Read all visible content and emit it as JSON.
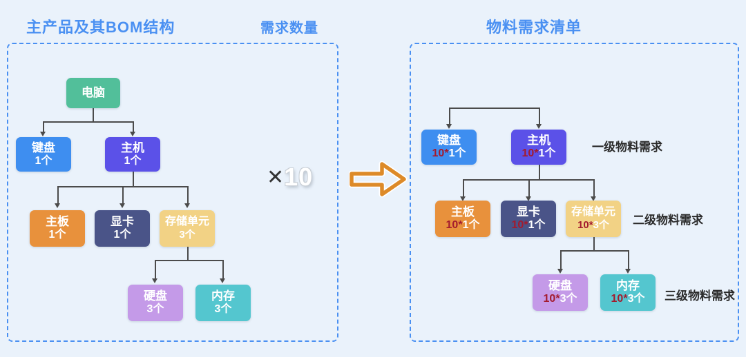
{
  "titles": {
    "bom": "主产品及其BOM结构",
    "quantity": "需求数量",
    "mrp": "物料需求清单"
  },
  "multiplier": {
    "symbol": "✕",
    "value": "10"
  },
  "arrow_icon": "right-arrow-icon",
  "left_tree": {
    "nodes": [
      {
        "id": "computer",
        "name": "电脑",
        "qty": "",
        "color": "#52bf9a"
      },
      {
        "id": "keyboard",
        "name": "键盘",
        "qty": "1个",
        "color": "#3e8ef0"
      },
      {
        "id": "host",
        "name": "主机",
        "qty": "1个",
        "color": "#5b51e8"
      },
      {
        "id": "mainboard",
        "name": "主板",
        "qty": "1个",
        "color": "#e8913c"
      },
      {
        "id": "gpu",
        "name": "显卡",
        "qty": "1个",
        "color": "#4a5488"
      },
      {
        "id": "storage",
        "name": "存储单元",
        "qty": "3个",
        "color": "#f2d285"
      },
      {
        "id": "harddisk",
        "name": "硬盘",
        "qty": "3个",
        "color": "#c49ae8"
      },
      {
        "id": "memory",
        "name": "内存",
        "qty": "3个",
        "color": "#54c6cf"
      }
    ]
  },
  "right_tree": {
    "nodes": [
      {
        "id": "keyboard",
        "name": "键盘",
        "mult": "10*",
        "qty": "1个",
        "color": "#3e8ef0"
      },
      {
        "id": "host",
        "name": "主机",
        "mult": "10*",
        "qty": "1个",
        "color": "#5b51e8"
      },
      {
        "id": "mainboard",
        "name": "主板",
        "mult": "10*",
        "qty": "1个",
        "color": "#e8913c"
      },
      {
        "id": "gpu",
        "name": "显卡",
        "mult": "10*",
        "qty": "1个",
        "color": "#4a5488"
      },
      {
        "id": "storage",
        "name": "存储单元",
        "mult": "10*",
        "qty": "3个",
        "color": "#f2d285"
      },
      {
        "id": "harddisk",
        "name": "硬盘",
        "mult": "10*",
        "qty": "3个",
        "color": "#c49ae8"
      },
      {
        "id": "memory",
        "name": "内存",
        "mult": "10*",
        "qty": "3个",
        "color": "#54c6cf"
      }
    ],
    "captions": [
      {
        "id": "level-1",
        "text": "一级物料需求"
      },
      {
        "id": "level-2",
        "text": "二级物料需求"
      },
      {
        "id": "level-3",
        "text": "三级物料需求"
      }
    ]
  },
  "colors": {
    "background": "#eaf2fb",
    "title_blue": "#4a90f2",
    "dash_blue": "#4a90f2",
    "multiplier_red": "#a31b2e",
    "connector_gray": "#4b4b4b",
    "arrow_orange": "#dd8a28"
  }
}
